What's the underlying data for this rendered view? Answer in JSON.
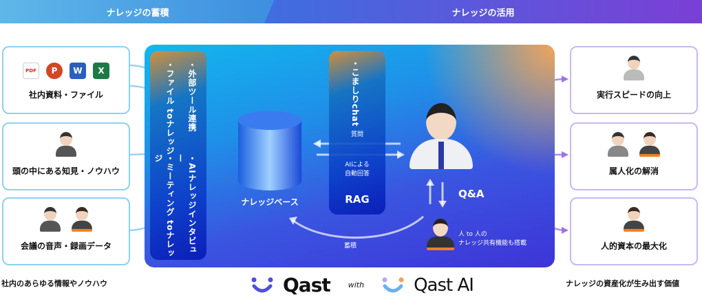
{
  "header": {
    "left": "ナレッジの蓄積",
    "right": "ナレッジの活用"
  },
  "sources": [
    {
      "label": "社内資料・ファイル",
      "icons": [
        "pdf-icon",
        "powerpoint-icon",
        "word-icon",
        "excel-icon"
      ],
      "icon_text": {
        "pdf": "PDF",
        "ppt": "P",
        "word": "W",
        "excel": "X"
      }
    },
    {
      "label": "頭の中にある知見・ノウハウ"
    },
    {
      "label": "会議の音声・録画データ"
    }
  ],
  "left_caption": "社内のあらゆる情報やノウハウ",
  "input_methods": [
    "・外部ツール連携",
    "・ファイル toナレッジ",
    "・AIナレッジインタビュー",
    "・ミーティング toナレッジ"
  ],
  "knowledge_base": "ナレッジベース",
  "rag": {
    "feature": "・こましりchat",
    "question": "質問",
    "answer": "AIによる\n自動回答",
    "answer_l1": "AIによる",
    "answer_l2": "自動回答",
    "label": "RAG"
  },
  "qa": "Q&A",
  "accumulate": "蓄積",
  "p2p": {
    "l1": "人 to 人の",
    "l2": "ナレッジ共有機能も搭載"
  },
  "outcomes": [
    {
      "label": "実行スピードの向上"
    },
    {
      "label": "属人化の解消"
    },
    {
      "label": "人的資本の最大化"
    }
  ],
  "right_caption": "ナレッジの資産化が生み出す価値",
  "logos": {
    "qast": "Qast",
    "with": "with",
    "qast_ai": "Qast AI"
  },
  "colors": {
    "accent_blue": "#3d8ee0",
    "accent_purple": "#7a3fd6"
  }
}
